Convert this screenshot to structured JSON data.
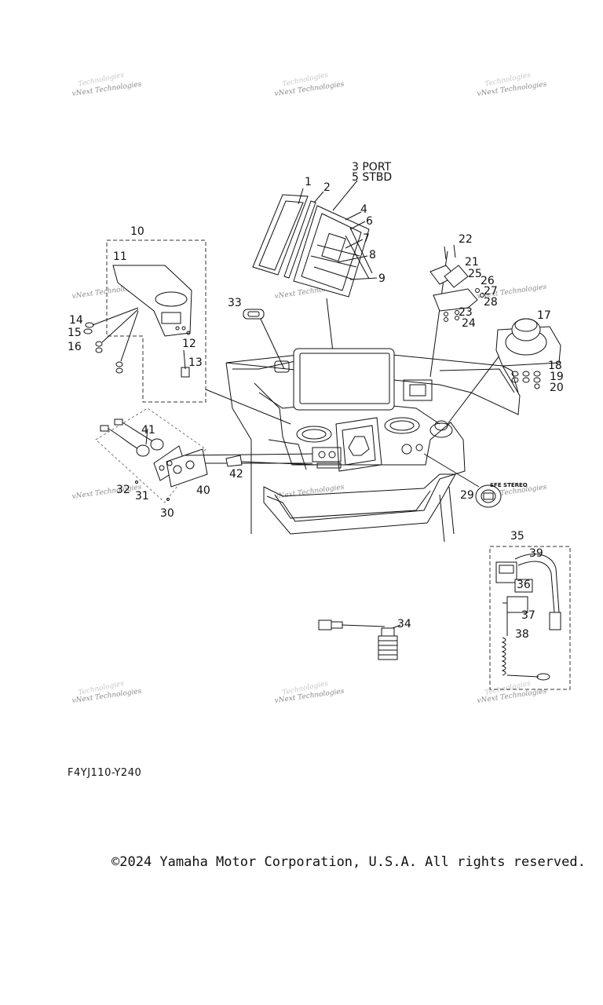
{
  "diagram": {
    "code": "F4YJ110-Y240",
    "copyright": "©2024 Yamaha Motor Corporation, U.S.A. All rights reserved.",
    "labels": {
      "l1": "1",
      "l2": "2",
      "l3": "3 PORT",
      "l5": "5 STBD",
      "l4": "4",
      "l6": "6",
      "l7": "7",
      "l8": "8",
      "l9": "9",
      "l10": "10",
      "l11": "11",
      "l12": "12",
      "l13": "13",
      "l14": "14",
      "l15": "15",
      "l16": "16",
      "l17": "17",
      "l18": "18",
      "l19": "19",
      "l20": "20",
      "l21": "21",
      "l22": "22",
      "l23": "23",
      "l24": "24",
      "l25": "25",
      "l26": "26",
      "l27": "27",
      "l28": "28",
      "l29": "29",
      "l30": "30",
      "l31": "31",
      "l32": "32",
      "l33": "33",
      "l34": "34",
      "l35": "35",
      "l36": "36",
      "l37": "37",
      "l38": "38",
      "l39": "39",
      "l40": "40",
      "l41": "41",
      "l42": "42"
    },
    "sfe_stereo": "SFE STEREO",
    "watermark": "vNext Technologies"
  }
}
